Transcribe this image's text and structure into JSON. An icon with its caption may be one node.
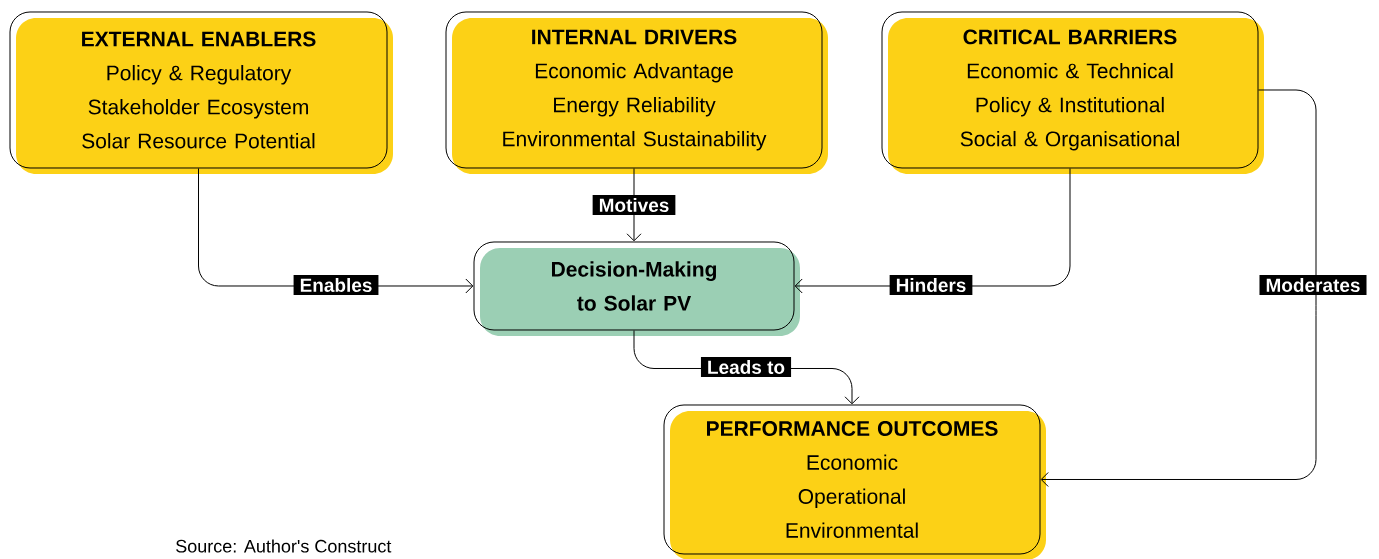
{
  "diagram": {
    "nodes": [
      {
        "text": [
          "EXTERNAL ENABLERS",
          "Policy & Regulatory",
          "Stakeholder Ecosystem",
          "Solar Resource Potential"
        ]
      },
      {
        "text": [
          "INTERNAL DRIVERS",
          "Economic Advantage",
          "Energy Reliability",
          "Environmental Sustainability"
        ]
      },
      {
        "text": [
          "CRITICAL BARRIERS",
          "Economic & Technical",
          "Policy & Institutional",
          "Social & Organisational"
        ]
      },
      {
        "text": [
          "Decision-Making to Solar PV"
        ]
      },
      {
        "text": [
          "PERFORMANCE OUTCOMES",
          "Economic",
          "Operational",
          "Environmental"
        ]
      }
    ],
    "edges": [
      {
        "from": 0,
        "to": 3,
        "arrow": "to",
        "label": "Enables"
      },
      {
        "from": 1,
        "to": 3,
        "arrow": "to",
        "label": "Motives"
      },
      {
        "from": 2,
        "to": 3,
        "arrow": "to",
        "label": "Hinders"
      },
      {
        "from": 3,
        "to": 4,
        "arrow": "to",
        "label": "Leads to"
      },
      {
        "from": 2,
        "to": 4,
        "arrow": "to",
        "label": "Moderates"
      }
    ],
    "labels": [
      "Source: Author's Construct"
    ]
  }
}
